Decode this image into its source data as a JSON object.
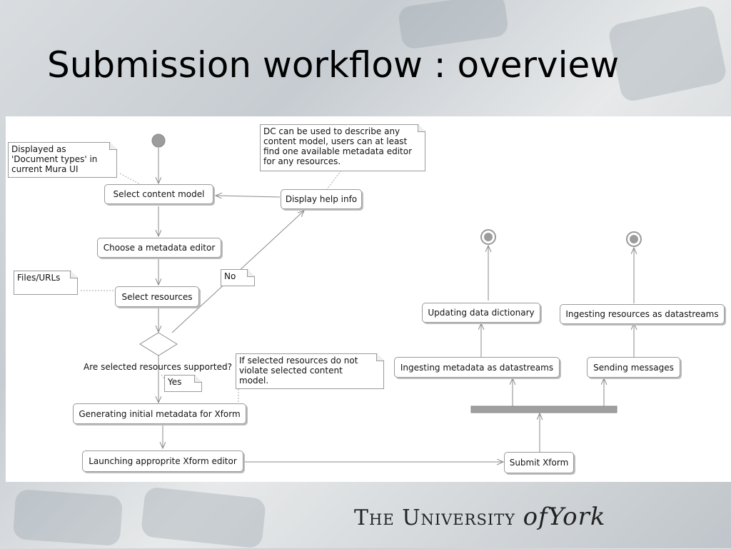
{
  "slide": {
    "title": "Submission workflow : overview",
    "footer": {
      "prefix": "The University",
      "of": "of",
      "name": "York"
    }
  },
  "diagram": {
    "notes": {
      "document_types": [
        "Displayed as",
        "'Document types' in",
        "current Mura UI"
      ],
      "dc_help": [
        "DC can be used to describe any",
        "content model, users can at least",
        "find one available metadata editor",
        "for any resources."
      ],
      "files_urls": [
        "Files/URLs"
      ],
      "no": [
        "No"
      ],
      "yes": [
        "Yes"
      ],
      "not_violate": [
        "If selected resources do not",
        "violate selected content",
        "model."
      ]
    },
    "actions": {
      "select_content_model": "Select content model",
      "display_help_info": "Display help info",
      "choose_metadata_editor": "Choose a metadata editor",
      "select_resources": "Select resources",
      "generating_initial_metadata": "Generating initial metadata for Xform",
      "launching_xform_editor": "Launching approprite Xform editor",
      "submit_xform": "Submit Xform",
      "ingesting_metadata": "Ingesting metadata as datastreams",
      "updating_data_dictionary": "Updating data dictionary",
      "sending_messages": "Sending messages",
      "ingesting_resources": "Ingesting resources as datastreams"
    },
    "decision_label": "Are selected resources supported?"
  }
}
